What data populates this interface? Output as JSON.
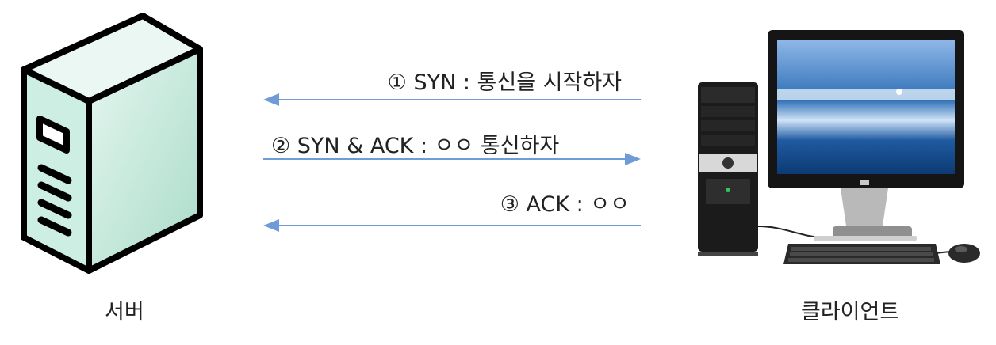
{
  "server": {
    "label": "서버"
  },
  "client": {
    "label": "클라이언트"
  },
  "messages": [
    {
      "text": "① SYN : 통신을 시작하자",
      "direction": "client-to-server"
    },
    {
      "text": "② SYN & ACK : ㅇㅇ 통신하자",
      "direction": "server-to-client"
    },
    {
      "text": "③ ACK : ㅇㅇ",
      "direction": "client-to-server"
    }
  ],
  "colors": {
    "arrow": "#6f9bd6",
    "server_face": "#bfe6d8",
    "server_side": "#9fd3c0"
  }
}
